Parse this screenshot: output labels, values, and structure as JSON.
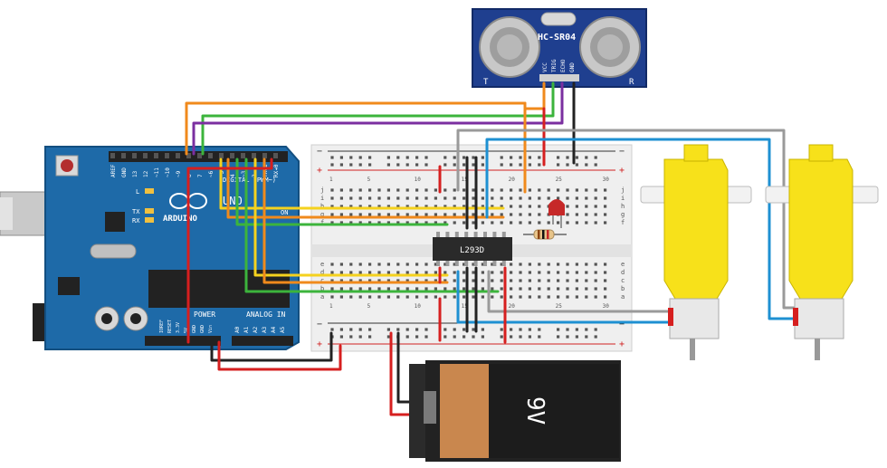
{
  "sensor": {
    "name": "HC-SR04",
    "pins": [
      "VCC",
      "TRIG",
      "ECHO",
      "GND"
    ],
    "left_mark": "T",
    "right_mark": "R"
  },
  "arduino": {
    "brand": "ARDUINO",
    "model": "UNO",
    "on_label": "ON",
    "led_l": "L",
    "led_tx": "TX",
    "led_rx": "RX",
    "digital_label": "DIGITAL (PWM~)",
    "power_label": "POWER",
    "analog_label": "ANALOG IN",
    "top_pins": [
      "AREF",
      "GND",
      "13",
      "12",
      "~11",
      "~10",
      "~9",
      "8",
      "7",
      "~6",
      "~5",
      "4",
      "~3",
      "2",
      "TX▸1",
      "RX◂0"
    ],
    "power_pins": [
      "IOREF",
      "RESET",
      "3.3V",
      "5V",
      "GND",
      "GND",
      "Vin"
    ],
    "analog_pins": [
      "A0",
      "A1",
      "A2",
      "A3",
      "A4",
      "A5"
    ]
  },
  "breadboard": {
    "plus": "+",
    "minus": "−",
    "col_numbers": [
      "1",
      "5",
      "10",
      "15",
      "20",
      "25",
      "30"
    ],
    "row_letters_top": [
      "j",
      "i",
      "h",
      "g",
      "f"
    ],
    "row_letters_bottom": [
      "e",
      "d",
      "c",
      "b",
      "a"
    ]
  },
  "driver_ic": {
    "label": "L293D"
  },
  "battery": {
    "label": "9V"
  },
  "colors": {
    "wire_orange": "#f08a1c",
    "wire_green": "#3cb43c",
    "wire_purple": "#7b2fa0",
    "wire_yellow": "#f5d21e",
    "wire_blue": "#1e90d2",
    "wire_gray": "#9a9a9a",
    "wire_red": "#d61f1f",
    "wire_black": "#222222",
    "arduino_board": "#1e6aa8",
    "motor_yellow": "#f7e11a",
    "sensor_board": "#1f3f8f"
  }
}
